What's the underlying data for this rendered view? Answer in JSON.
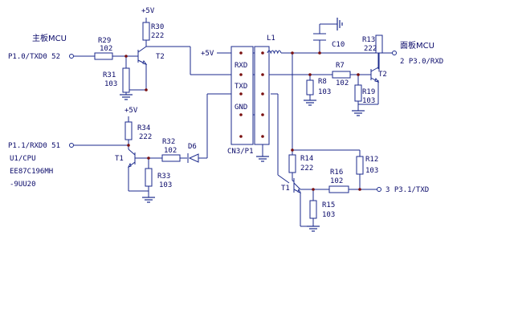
{
  "headers": {
    "left": "主板MCU",
    "right": "面板MCU"
  },
  "nets": {
    "p10": "P1.0/TXD0 52",
    "p11": "P1.1/RXD0 51",
    "p30": "2 P3.0/RXD",
    "p31": "3 P3.1/TXD"
  },
  "chip": {
    "line1": "U1/CPU",
    "line2": "EE87C196MH",
    "line3": "-9UU20"
  },
  "power": {
    "v5": "+5V"
  },
  "connector": {
    "name": "CN3/P1",
    "pins": [
      "RXD",
      "TXD",
      "GND"
    ]
  },
  "components": {
    "R29": {
      "ref": "R29",
      "value": "102"
    },
    "R30": {
      "ref": "R30",
      "value": "222"
    },
    "R31": {
      "ref": "R31",
      "value": "103"
    },
    "R32": {
      "ref": "R32",
      "value": "102"
    },
    "R33": {
      "ref": "R33",
      "value": "103"
    },
    "R34": {
      "ref": "R34",
      "value": "222"
    },
    "R7": {
      "ref": "R7",
      "value": "102"
    },
    "R8": {
      "ref": "R8",
      "value": "103"
    },
    "R12": {
      "ref": "R12",
      "value": "103"
    },
    "R13": {
      "ref": "R13",
      "value": "222"
    },
    "R14": {
      "ref": "R14",
      "value": "222"
    },
    "R15": {
      "ref": "R15",
      "value": "103"
    },
    "R16": {
      "ref": "R16",
      "value": "102"
    },
    "R19": {
      "ref": "R19",
      "value": "103"
    },
    "L1": {
      "ref": "L1"
    },
    "C10": {
      "ref": "C10"
    },
    "D6": {
      "ref": "D6"
    },
    "T1a": {
      "ref": "T1"
    },
    "T1b": {
      "ref": "T1"
    },
    "T2a": {
      "ref": "T2"
    },
    "T2b": {
      "ref": "T2"
    }
  }
}
